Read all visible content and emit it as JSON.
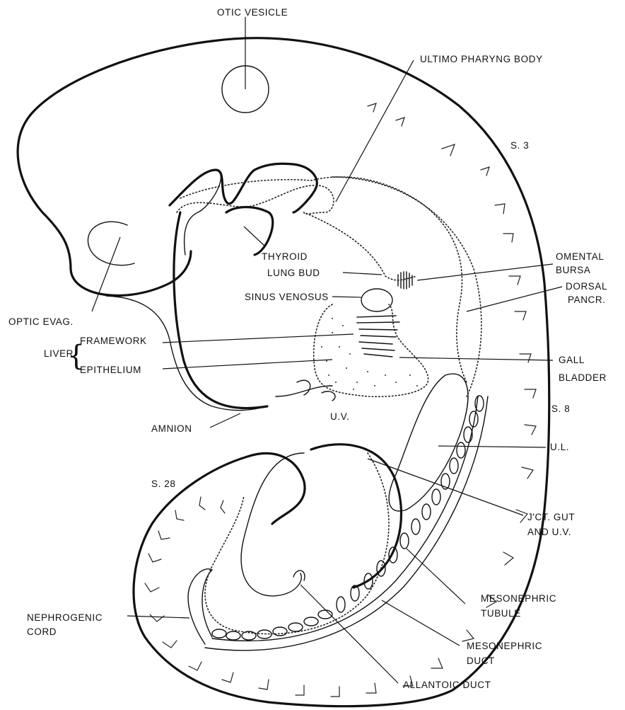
{
  "labels": {
    "otic_vesicle": "OTIC VESICLE",
    "ultimo_pharyng_body": "ULTIMO PHARYNG BODY",
    "s3": "S. 3",
    "thyroid": "THYROID",
    "lung_bud": "LUNG BUD",
    "omental_bursa_1": "OMENTAL",
    "omental_bursa_2": "BURSA",
    "sinus_venosus": "SINUS VENOSUS",
    "dorsal_pancr_1": "DORSAL",
    "dorsal_pancr_2": "PANCR.",
    "optic_evag": "OPTIC EVAG.",
    "liver": "LIVER",
    "framework": "FRAMEWORK",
    "epithelium": "EPITHELIUM",
    "gall_bladder_1": "GALL",
    "gall_bladder_2": "BLADDER",
    "s8": "S. 8",
    "amnion": "AMNION",
    "uv": "U.V.",
    "ul": "U.L.",
    "s28": "S. 28",
    "jct_gut_1": "J'CT. GUT",
    "jct_gut_2": "AND U.V.",
    "mesonephric_tubule_1": "MESONEPHRIC",
    "mesonephric_tubule_2": "TUBULE",
    "nephrogenic_cord_1": "NEPHROGENIC",
    "nephrogenic_cord_2": "CORD",
    "mesonephric_duct_1": "MESONEPHRIC",
    "mesonephric_duct_2": "DUCT",
    "allantoic_duct": "ALLANTOIC DUCT"
  }
}
